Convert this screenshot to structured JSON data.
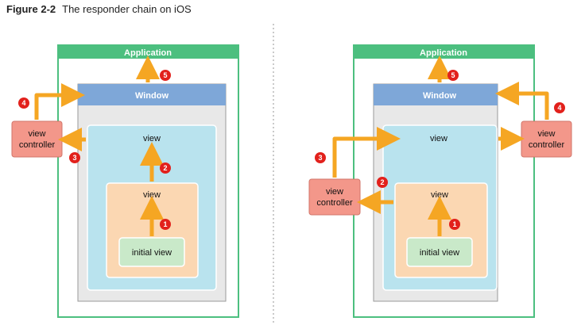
{
  "figure": {
    "label": "Figure 2-2",
    "caption": "The responder chain on iOS"
  },
  "diagram": {
    "application_label": "Application",
    "window_label": "Window",
    "view_label": "view",
    "view_controller_line1": "view",
    "view_controller_line2": "controller",
    "initial_view_label": "initial view",
    "steps": [
      "1",
      "2",
      "3",
      "4",
      "5"
    ]
  },
  "colors": {
    "application_green": "#4cbf7f",
    "window_blue": "#7ea7d8",
    "view_cyan": "#b9e3ee",
    "view_orange": "#fbd7b2",
    "initial_green": "#c9e9c9",
    "controller_red": "#f3978a",
    "arrow_orange": "#f5a623",
    "badge_red": "#e2211c"
  }
}
